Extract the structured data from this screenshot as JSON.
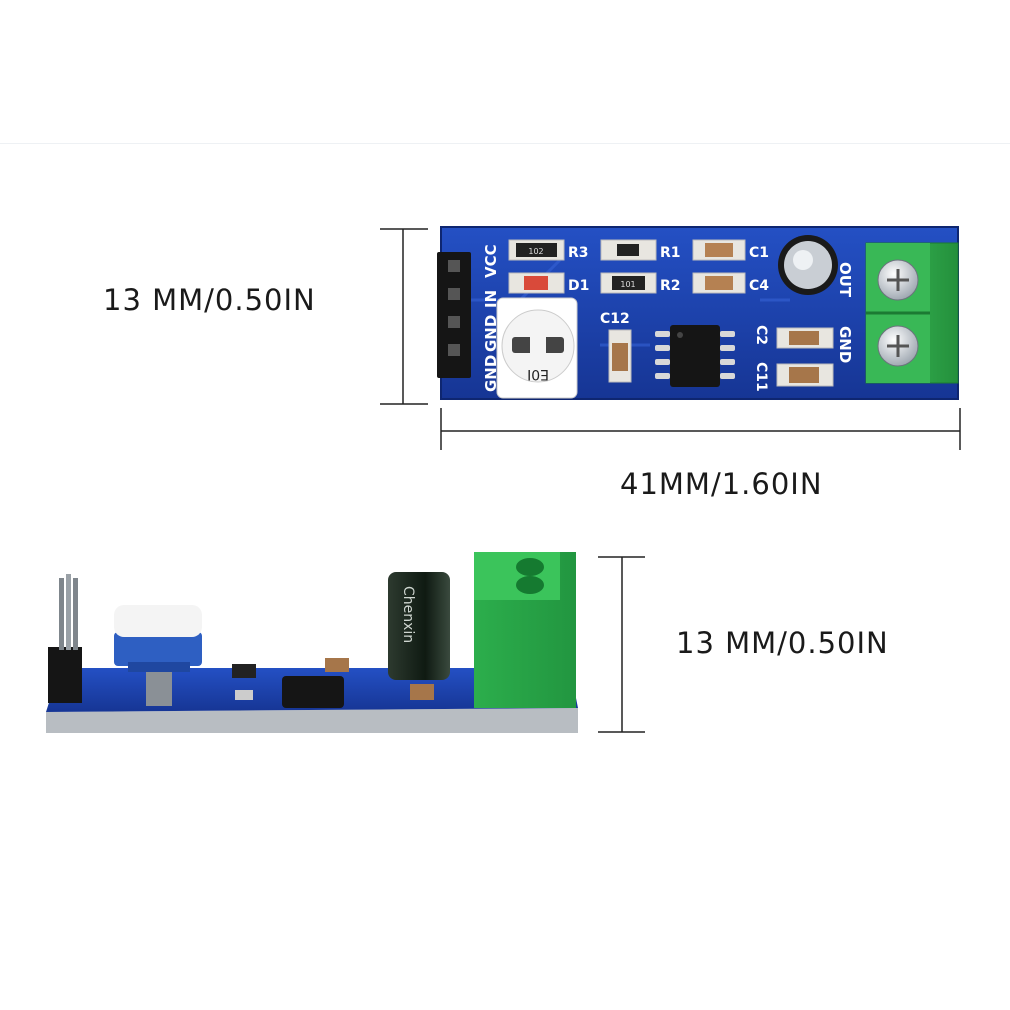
{
  "dimensions": {
    "top_height": "13 MM/0.50IN",
    "width": "41MM/1.60IN",
    "side_height": "13 MM/0.50IN"
  },
  "board": {
    "header_pins": [
      "GND",
      "GND",
      "IN",
      "VCC"
    ],
    "output_labels": [
      "OUT",
      "GND"
    ],
    "silkscreen": [
      "R3",
      "R1",
      "C1",
      "D1",
      "R2",
      "C4",
      "C12",
      "C2",
      "C11"
    ],
    "resistor_codes": [
      "102",
      "101"
    ],
    "pot_marking": "E0I",
    "capacitor_marking": "Chenxin",
    "colors": {
      "pcb": "#1d3fa8",
      "terminal": "#2fa84a",
      "pot": "#2e5fc2"
    }
  }
}
